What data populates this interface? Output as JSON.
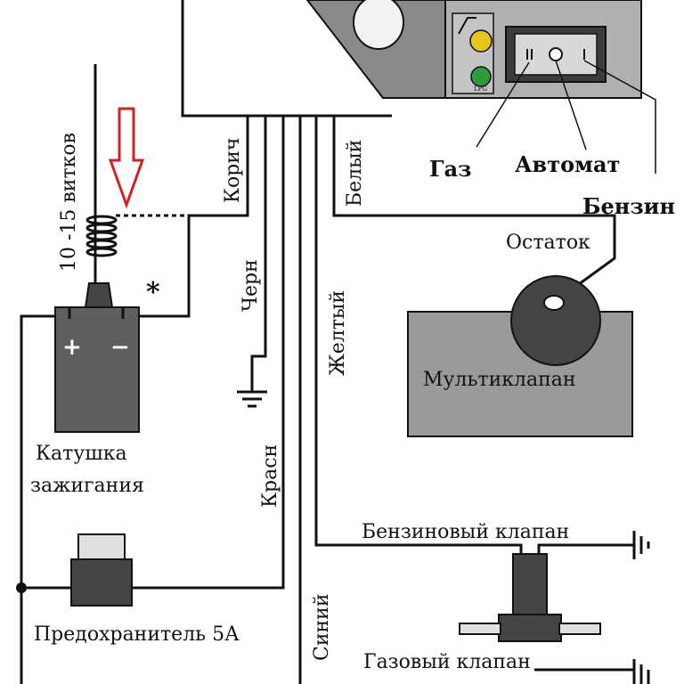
{
  "labels": {
    "turns": "10 -15 витков",
    "brown": "Корич",
    "white": "Белый",
    "black": "Черн",
    "yellow": "Желтый",
    "red": "Красн",
    "blue": "Синий",
    "gas": "Газ",
    "auto": "Автомат",
    "petrol": "Бензин",
    "level": "Остаток",
    "multivalve": "Мультиклапан",
    "coil": "Катушка",
    "coil2": "зажигания",
    "fuse": "Предохранитель 5А",
    "petrol_valve": "Бензиновый клапан",
    "gas_valve": "Газовый клапан",
    "asterisk": "*",
    "plus": "+",
    "minus": "−",
    "lpg": "LPG"
  },
  "colors": {
    "wire": "#111111",
    "arrow": "#d42020",
    "box": "#9a9a9a",
    "box_dark": "#5f5f5f",
    "led_yellow": "#e6c51a",
    "led_green": "#2e9a3a"
  }
}
